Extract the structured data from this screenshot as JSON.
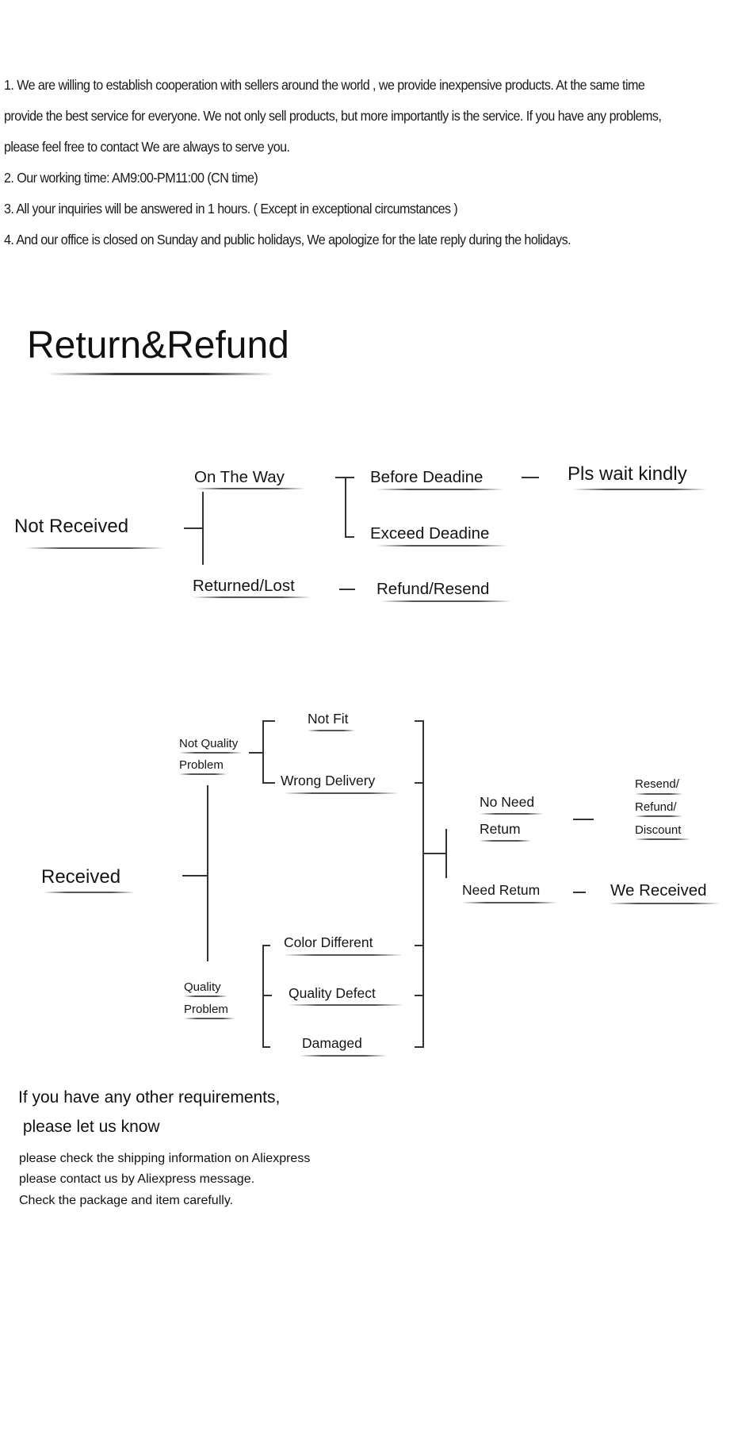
{
  "policy": {
    "line1": "1. We are willing to establish cooperation with sellers around the world , we provide inexpensive products. At the same time provide the best service for everyone. We not only sell products, but more importantly is the service. If you have any problems, please feel free to contact We are always to serve you.",
    "line2": "2. Our working time: AM9:00-PM11:00 (CN time)",
    "line3": "3. All your inquiries will be answered in 1 hours. ( Except in exceptional circumstances )",
    "line4": "4. And our office is closed on Sunday and public holidays, We apologize for the late reply during the holidays."
  },
  "title": "Return&Refund",
  "not_received": {
    "root": "Not    Received",
    "on_the_way": "On The Way",
    "before_deadline": "Before Deadine",
    "pls_wait": "Pls wait kindly",
    "exceed_deadline": "Exceed Deadine",
    "returned_lost": "Returned/Lost",
    "refund_resend": "Refund/Resend"
  },
  "received": {
    "root": "Received",
    "not_quality_problem": [
      "Not Quality",
      "Problem"
    ],
    "quality_problem": [
      "Quality",
      "Problem"
    ],
    "not_fit": "Not Fit",
    "wrong_delivery": "Wrong Delivery",
    "color_different": "Color Different",
    "quality_defect": "Quality Defect",
    "damaged": "Damaged",
    "no_need_return": [
      "No Need",
      "Retum"
    ],
    "need_return": "Need Retum",
    "resend_refund_discount": [
      "Resend/",
      "Refund/",
      "Discount"
    ],
    "we_received": "We Received"
  },
  "footer": {
    "heading1": "If you have any other requirements,",
    "heading2": " please let us know",
    "line1": "please check the shipping information on Aliexpress",
    "line2": "please contact us by Aliexpress message.",
    "line3": "Check the package and item carefully."
  }
}
